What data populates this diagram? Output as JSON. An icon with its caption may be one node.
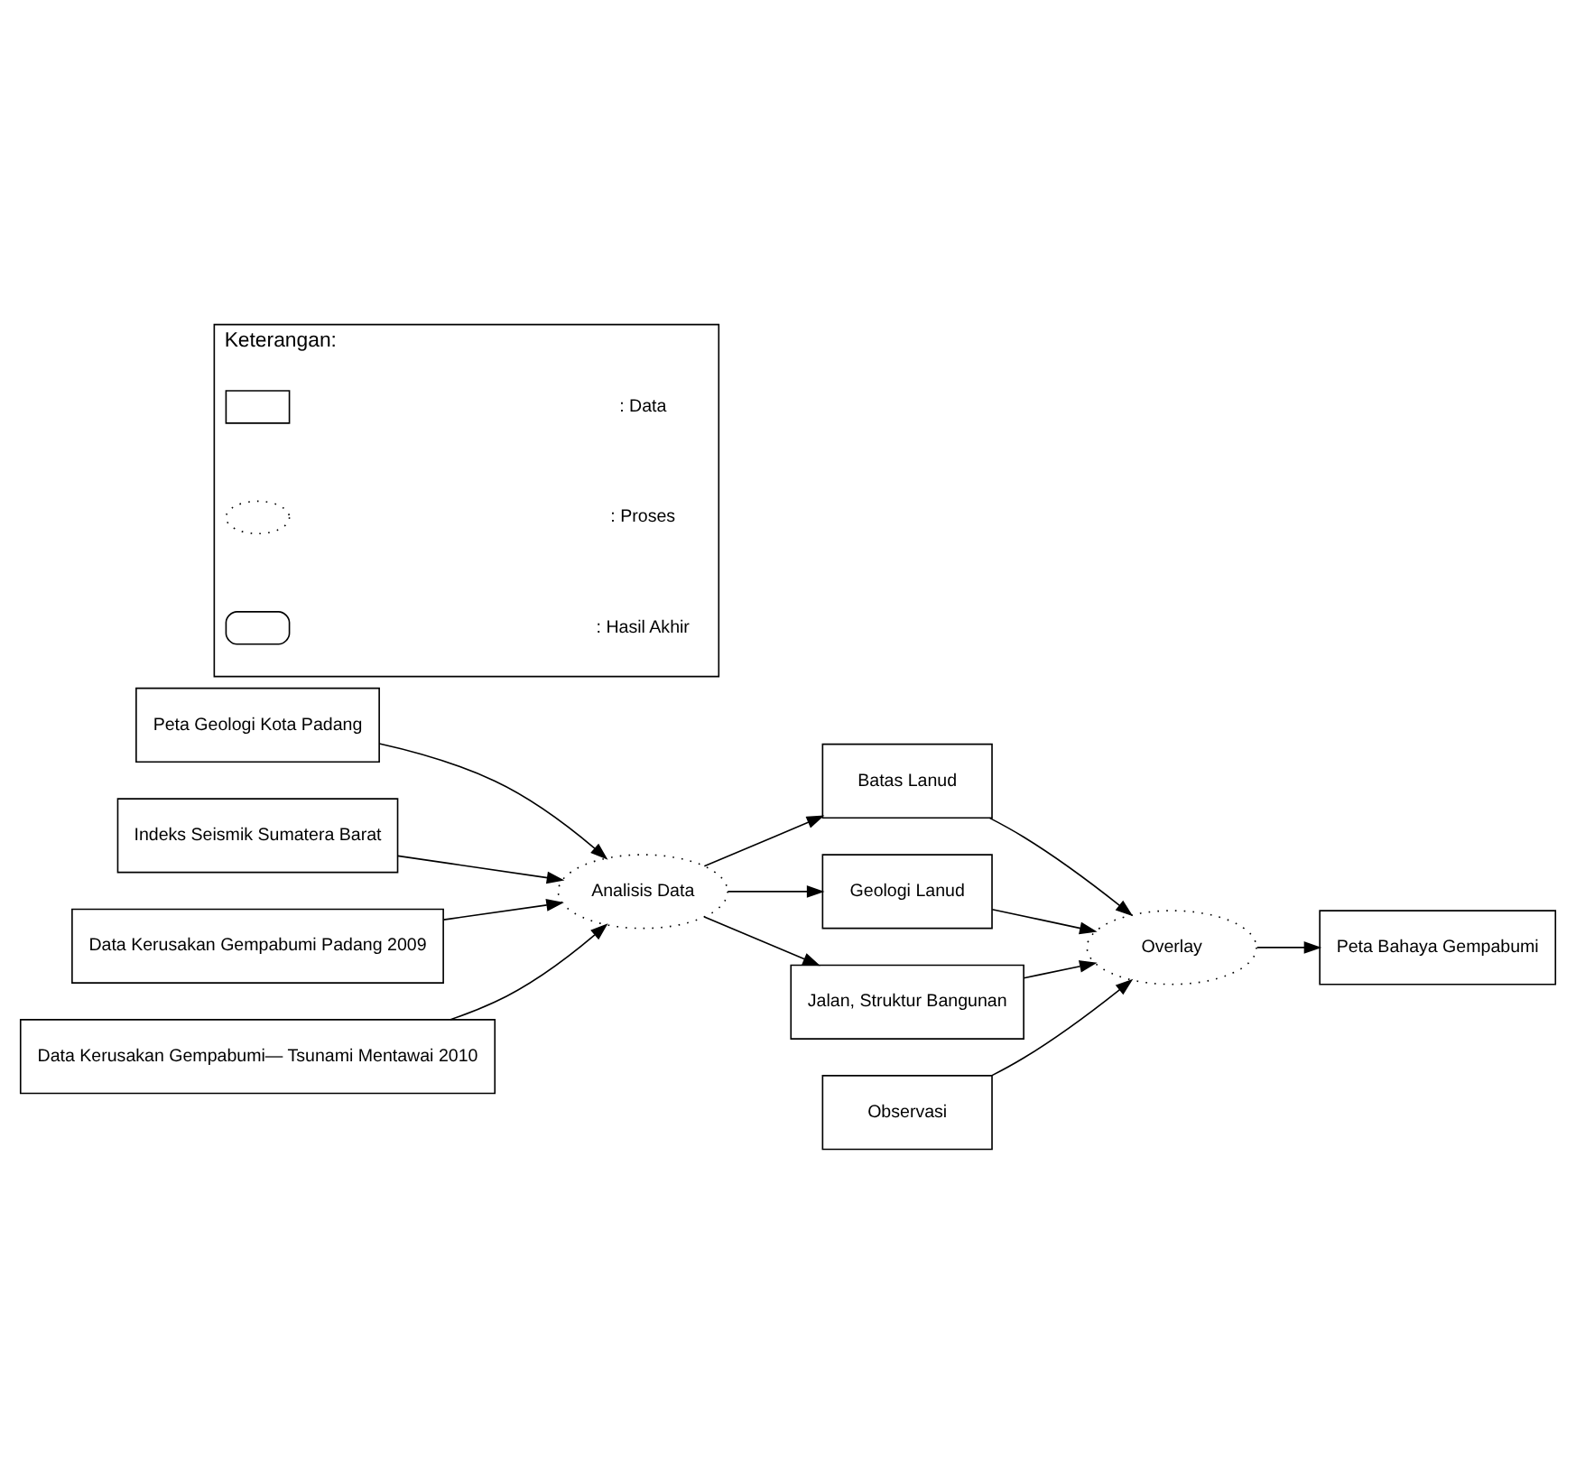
{
  "diagram": {
    "nodes": [
      {
        "text": [
          "Peta Geologi Kota Padang"
        ]
      },
      {
        "text": [
          "Indeks Seismik Sumatera Barat"
        ]
      },
      {
        "text": [
          "Data Kerusakan Gempabumi Padang 2009"
        ]
      },
      {
        "text": [
          "Data Kerusakan Gempabumi— Tsunami Mentawai 2010"
        ]
      },
      {
        "text": [
          "Observasi"
        ]
      },
      {
        "text": [
          "Analisis Data"
        ]
      },
      {
        "text": [
          "Batas Lanud"
        ]
      },
      {
        "text": [
          "Geologi Lanud"
        ]
      },
      {
        "text": [
          "Jalan, Struktur Bangunan"
        ]
      },
      {
        "text": [
          "Overlay"
        ]
      },
      {
        "text": [
          "Peta Bahaya Gempabumi"
        ]
      },
      {
        "text": [
          "Keterangan:"
        ]
      },
      {
        "text": [],
        "shape": "box",
        "in": 11
      },
      {
        "text": [],
        "shape": "ellipse",
        "in": 11
      },
      {
        "text": [],
        "shape": "rounded",
        "in": 11
      }
    ],
    "edges": [
      {
        "from": 0,
        "to": 5,
        "arrow": "to"
      },
      {
        "from": 1,
        "to": 5,
        "arrow": "to"
      },
      {
        "from": 2,
        "to": 5,
        "arrow": "to"
      },
      {
        "from": 3,
        "to": 5,
        "arrow": "to"
      },
      {
        "from": 5,
        "to": 6,
        "arrow": "to"
      },
      {
        "from": 5,
        "to": 7,
        "arrow": "to"
      },
      {
        "from": 5,
        "to": 8,
        "arrow": "to"
      },
      {
        "from": 6,
        "to": 9,
        "arrow": "to"
      },
      {
        "from": 7,
        "to": 9,
        "arrow": "to"
      },
      {
        "from": 8,
        "to": 9,
        "arrow": "to"
      },
      {
        "from": 4,
        "to": 9,
        "arrow": "to"
      },
      {
        "from": 9,
        "to": 10,
        "arrow": "to"
      }
    ],
    "legend": [
      {
        "text": ": Data"
      },
      {
        "text": ": Proses"
      },
      {
        "text": ": Hasil Akhir"
      }
    ]
  }
}
